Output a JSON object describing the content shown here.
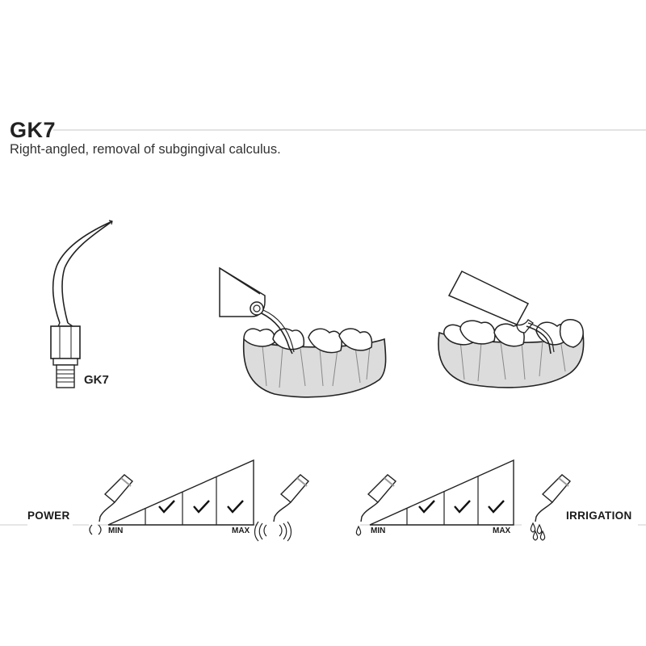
{
  "product": {
    "title": "GK7",
    "description": "Right-angled, removal of subgingival calculus.",
    "tip_label": "GK7"
  },
  "power": {
    "label": "POWER",
    "min_label": "MIN",
    "max_label": "MAX",
    "levels_checked": 3
  },
  "irrigation": {
    "label": "IRRIGATION",
    "min_label": "MIN",
    "max_label": "MAX",
    "levels_checked": 3
  },
  "icons": [
    "scaler-tip-icon",
    "tooth-scaling-left-icon",
    "tooth-scaling-right-icon",
    "handpiece-icon",
    "vibration-icon",
    "water-drop-icon",
    "check-icon"
  ]
}
